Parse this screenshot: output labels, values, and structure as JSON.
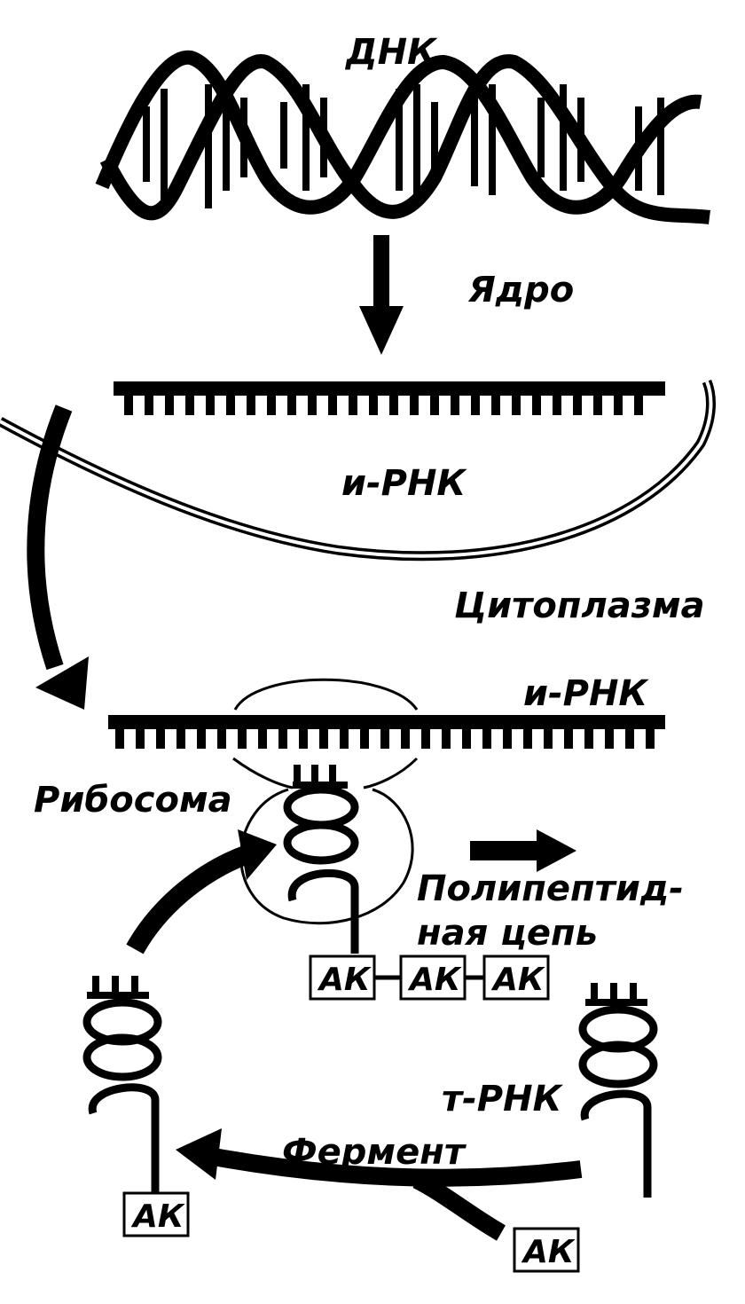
{
  "labels": {
    "dna": "ДНК",
    "nucleus": "Ядро",
    "mrna_1": "и-РНК",
    "cytoplasm": "Цитоплазма",
    "mrna_2": "и-РНК",
    "ribosome": "Рибосома",
    "polypeptide_line1": "Полипептид-",
    "polypeptide_line2": "ная цепь",
    "trna": "т-РНК",
    "enzyme": "Фермент"
  },
  "amino_acid_label": "АК",
  "colors": {
    "ink": "#000000",
    "paper": "#ffffff"
  }
}
